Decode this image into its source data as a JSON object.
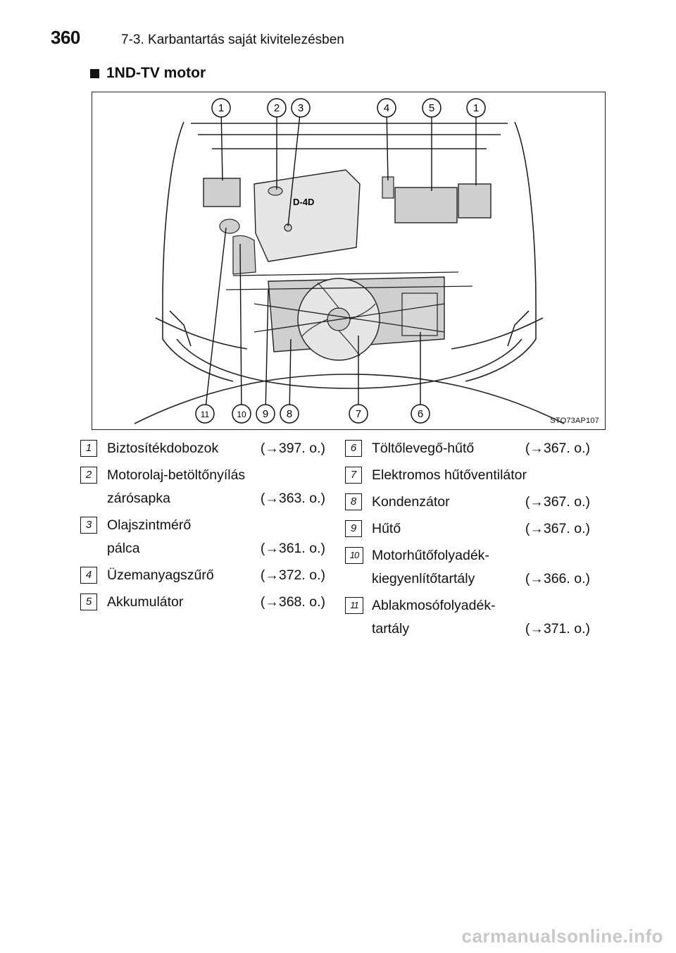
{
  "header": {
    "page_number": "360",
    "section": "7-3. Karbantartás saját kivitelezésben"
  },
  "heading": "1ND-TV motor",
  "figure": {
    "code": "STO73AP107",
    "engine_badge": "D-4D",
    "top_callouts": [
      "1",
      "2",
      "3",
      "4",
      "5",
      "1"
    ],
    "bottom_callouts": [
      "11",
      "10",
      "9",
      "8",
      "7",
      "6"
    ]
  },
  "items_left": [
    {
      "num": "1",
      "lines": [
        "Biztosítékdobozok"
      ],
      "ref": "(→397. o.)"
    },
    {
      "num": "2",
      "lines": [
        "Motorolaj-betöltőnyílás",
        "zárósapka"
      ],
      "ref": "(→363. o.)"
    },
    {
      "num": "3",
      "lines": [
        "Olajszintmérő",
        "pálca"
      ],
      "ref": "(→361. o.)"
    },
    {
      "num": "4",
      "lines": [
        "Üzemanyagszűrő"
      ],
      "ref": "(→372. o.)"
    },
    {
      "num": "5",
      "lines": [
        "Akkumulátor"
      ],
      "ref": "(→368. o.)"
    }
  ],
  "items_right": [
    {
      "num": "6",
      "lines": [
        "Töltőlevegő-hűtő"
      ],
      "ref": "(→367. o.)"
    },
    {
      "num": "7",
      "lines": [
        "Elektromos hűtőventilátor"
      ],
      "ref": ""
    },
    {
      "num": "8",
      "lines": [
        "Kondenzátor"
      ],
      "ref": "(→367. o.)"
    },
    {
      "num": "9",
      "lines": [
        "Hűtő"
      ],
      "ref": "(→367. o.)"
    },
    {
      "num": "10",
      "lines": [
        "Motorhűtőfolyadék-",
        "kiegyenlítőtartály"
      ],
      "ref": "(→366. o.)"
    },
    {
      "num": "11",
      "lines": [
        "Ablakmosófolyadék-",
        "tartály"
      ],
      "ref": "(→371. o.)"
    }
  ],
  "watermark": "carmanualsonline.info"
}
